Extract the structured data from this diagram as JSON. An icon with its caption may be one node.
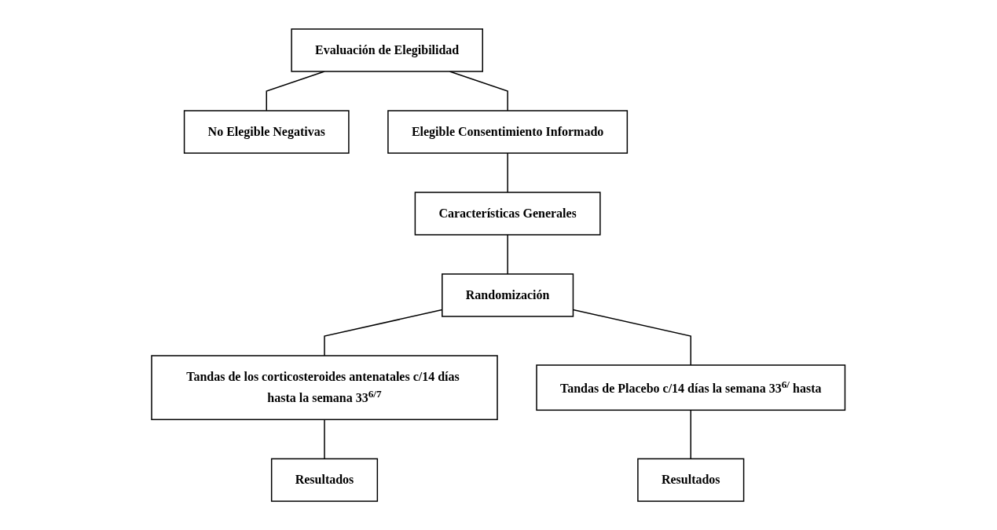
{
  "diagram": {
    "nodes": [
      {
        "text": [
          "Evaluación de Elegibilidad"
        ]
      },
      {
        "text": [
          "No Elegible Negativas"
        ]
      },
      {
        "text": [
          "Elegible Consentimiento Informado"
        ]
      },
      {
        "text": [
          "Características Generales"
        ]
      },
      {
        "text": [
          "Randomización"
        ]
      },
      {
        "text": [
          "Tandas de los corticosteroides antenatales c/14 días hasta la semana 33$^{6/7}$"
        ]
      },
      {
        "text": [
          "Tandas de  Placebo c/14 días la semana 33$^{6/}$ hasta"
        ]
      },
      {
        "text": [
          "Resultados"
        ]
      },
      {
        "text": [
          "Resultados"
        ]
      }
    ],
    "edges": [
      {
        "from": 0,
        "to": 1,
        "arrow": "none"
      },
      {
        "from": 0,
        "to": 2,
        "arrow": "none"
      },
      {
        "from": 2,
        "to": 3,
        "arrow": "none"
      },
      {
        "from": 3,
        "to": 4,
        "arrow": "none"
      },
      {
        "from": 4,
        "to": 5,
        "arrow": "none"
      },
      {
        "from": 4,
        "to": 6,
        "arrow": "none"
      },
      {
        "from": 5,
        "to": 7,
        "arrow": "none"
      },
      {
        "from": 6,
        "to": 8,
        "arrow": "none"
      }
    ]
  }
}
